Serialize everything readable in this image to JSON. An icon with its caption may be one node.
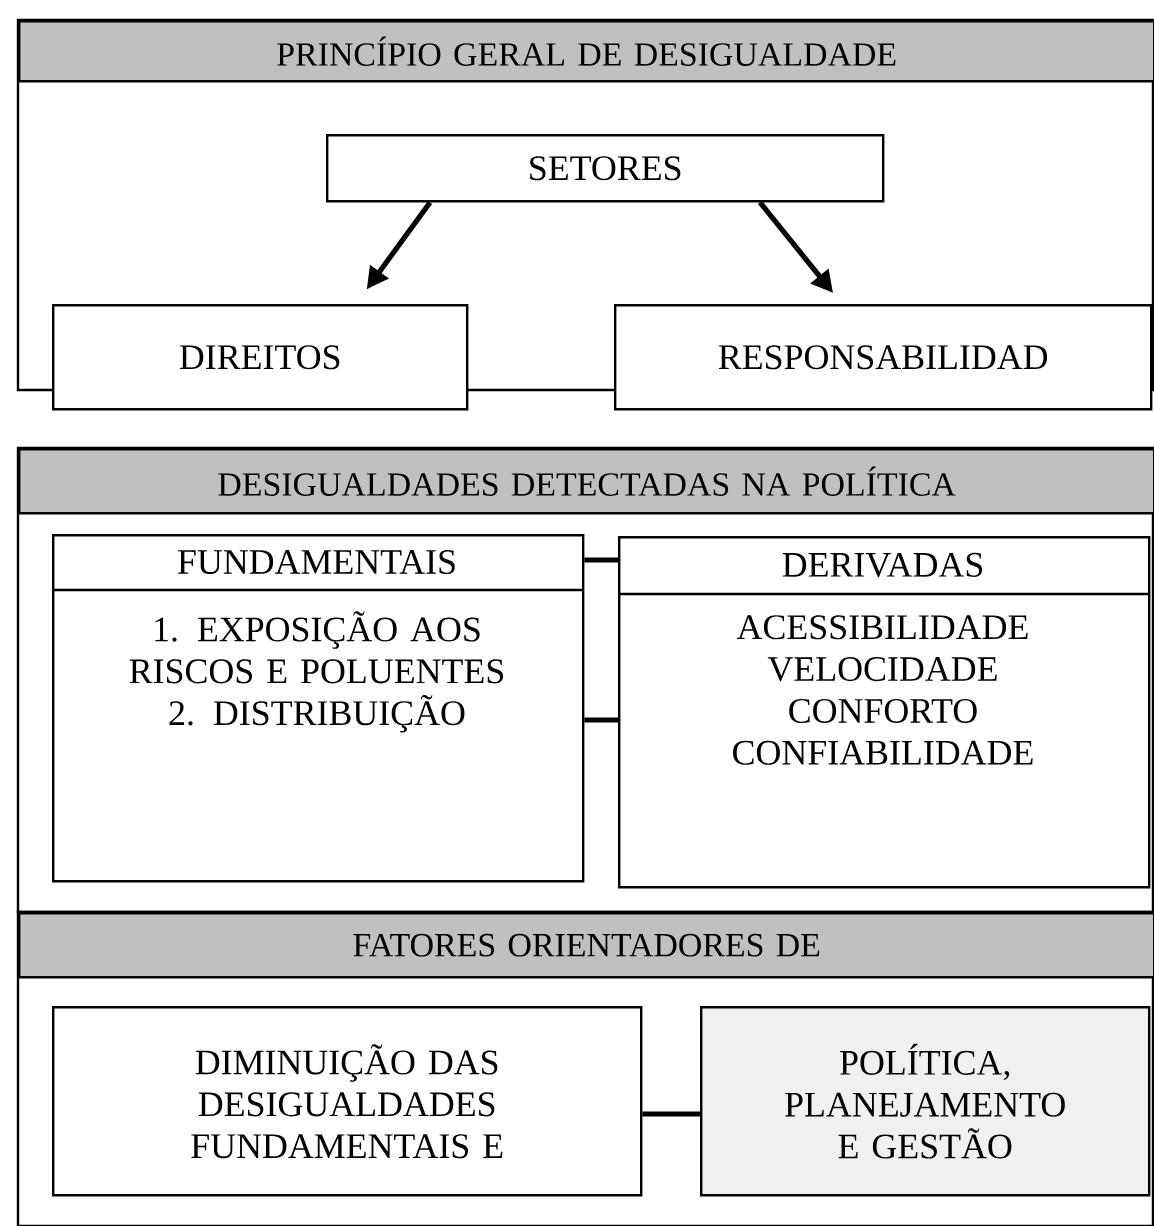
{
  "diagram": {
    "nodes": [
      {
        "text": [
          "PRINCÍPIO GERAL DE DESIGUALDADE"
        ]
      },
      {
        "text": [
          "SETORES"
        ],
        "in": 0
      },
      {
        "text": [
          "DIREITOS"
        ]
      },
      {
        "text": [
          "RESPONSABILIDAD"
        ]
      },
      {
        "text": [
          "DESIGUALDADES DETECTADAS NA POLÍTICA"
        ]
      },
      {
        "text": [
          "FUNDAMENTAIS",
          "1. EXPOSIÇÃO AOS RISCOS E POLUENTES 2. DISTRIBUIÇÃO"
        ],
        "in": 4
      },
      {
        "text": [
          "DERIVADAS",
          "ACESSIBILIDADE VELOCIDADE CONFORTO CONFIABILIDADE"
        ],
        "in": 4
      },
      {
        "text": [
          "FATORES ORIENTADORES DE"
        ]
      },
      {
        "text": [
          "DIMINUIÇÃO DAS DESIGUALDADES FUNDAMENTAIS E"
        ],
        "in": 7
      },
      {
        "text": [
          "POLÍTICA, PLANEJAMENTO E GESTÃO"
        ],
        "in": 7
      }
    ],
    "edges": [
      {
        "from": 1,
        "to": 2,
        "arrow": "to"
      },
      {
        "from": 1,
        "to": 3,
        "arrow": "to"
      },
      {
        "from": 5,
        "to": 6,
        "arrow": "none"
      },
      {
        "from": 5,
        "to": 6,
        "arrow": "none"
      },
      {
        "from": 8,
        "to": 9,
        "arrow": "none"
      }
    ]
  }
}
